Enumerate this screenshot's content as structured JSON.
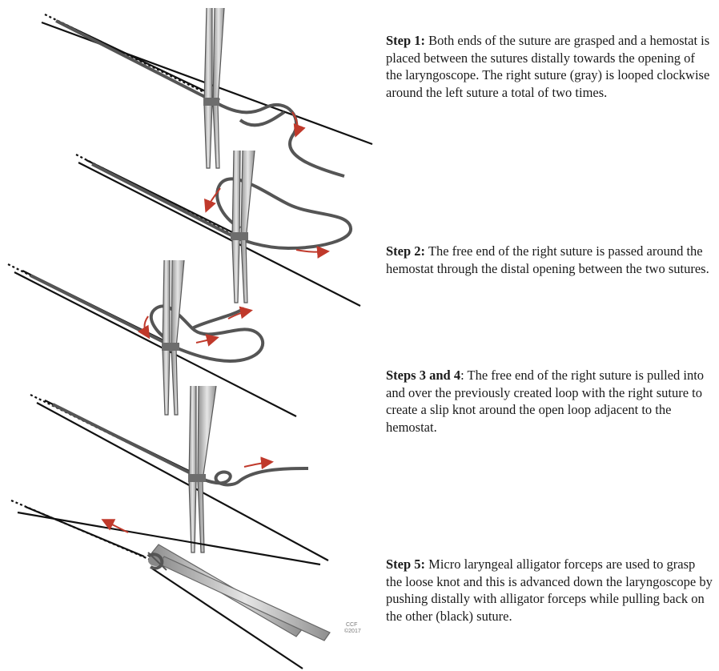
{
  "steps": [
    {
      "heading": "Step 1:",
      "text": " Both ends of the suture are grasped and a hemostat is placed between the sutures distally towards the opening of the laryngoscope. The right suture (gray) is looped clockwise around the left suture a total of two times."
    },
    {
      "heading": "Step 2:",
      "text": " The free end of the right suture is passed around the hemostat through the distal opening between the two sutures."
    },
    {
      "heading": "Steps 3 and 4",
      "text": ": The free end of the right suture is pulled into and over the previously created loop with the right suture to create a slip knot around the open loop adjacent to the hemostat."
    },
    {
      "heading": "Step 5:",
      "text": " Micro laryngeal alligator forceps are used to grasp the loose knot and this is advanced down the laryngoscope by pushing distally with alligator forceps while pulling back on the other (black) suture."
    }
  ],
  "credit": {
    "line1": "CCF",
    "line2": "©2017"
  },
  "colors": {
    "black_suture": "#111111",
    "gray_suture": "#555555",
    "arrow": "#c0392b",
    "instrument": "#9a9a9a"
  }
}
